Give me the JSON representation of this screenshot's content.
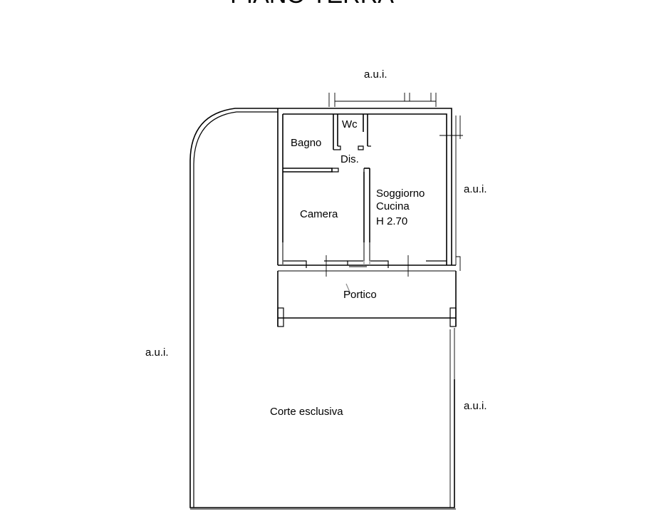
{
  "title": "PIANO TERRA",
  "labels": {
    "aui_top": "a.u.i.",
    "aui_right_upper": "a.u.i.",
    "aui_left": "a.u.i.",
    "aui_right_lower": "a.u.i.",
    "wc": "Wc",
    "bagno": "Bagno",
    "dis": "Dis.",
    "camera": "Camera",
    "soggiorno": "Soggiorno",
    "cucina": "Cucina",
    "height": "H 2.70",
    "portico": "Portico",
    "corte": "Corte esclusiva"
  }
}
